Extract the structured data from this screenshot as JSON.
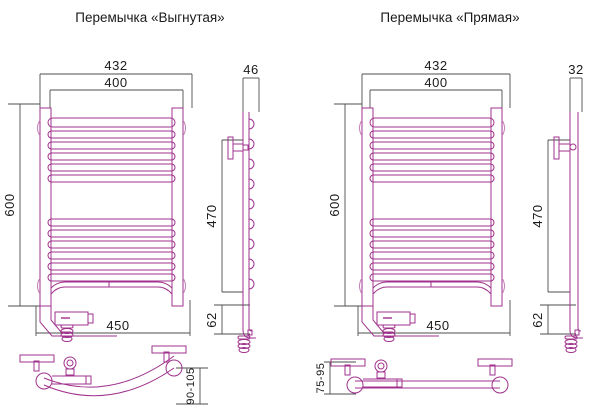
{
  "page": {
    "background": "#ffffff",
    "line_color": "#A0328C",
    "line_color_light": "#C47FB5",
    "dim_color": "#4d4d4d",
    "text_color": "#1a1a1a"
  },
  "titles": {
    "left": "Перемычка «Выгнутая»",
    "right": "Перемычка «Прямая»"
  },
  "views": {
    "left_front": {
      "name": "front-view-curved",
      "dims": {
        "outer_width": "432",
        "inner_width": "400",
        "height": "600",
        "bottom_width": "450"
      }
    },
    "left_side": {
      "name": "side-view-curved",
      "dims": {
        "depth": "46",
        "mount_height": "470",
        "bottom_offset": "62"
      }
    },
    "right_front": {
      "name": "front-view-straight",
      "dims": {
        "outer_width": "432",
        "inner_width": "400",
        "height": "600",
        "bottom_width": "450"
      }
    },
    "right_side": {
      "name": "side-view-straight",
      "dims": {
        "depth": "32",
        "mount_height": "470",
        "bottom_offset": "62"
      }
    },
    "left_plan": {
      "name": "plan-view-curved",
      "dims": {
        "projection": "90-105"
      }
    },
    "right_plan": {
      "name": "plan-view-straight",
      "dims": {
        "projection": "75-95"
      }
    }
  }
}
